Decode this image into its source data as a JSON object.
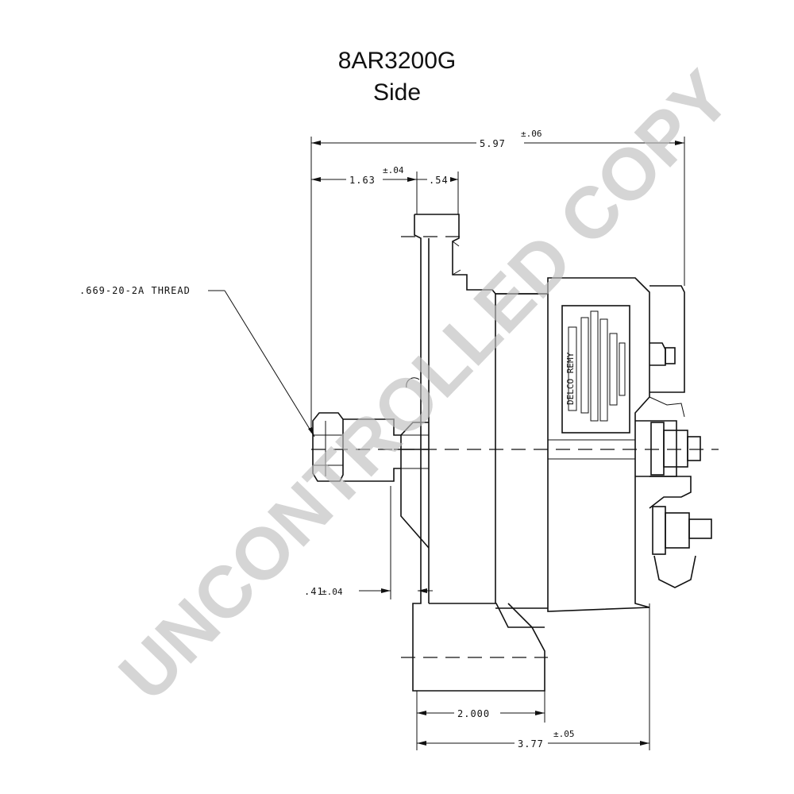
{
  "title": "8AR3200G",
  "subtitle": "Side",
  "dimensions": {
    "overall_length": "5.97",
    "overall_length_tol": "±.06",
    "front_to_flange": "1.63",
    "front_to_flange_tol": "±.04",
    "flange_width": ".54",
    "shaft_step": ".41",
    "shaft_step_tol": "±.04",
    "mount_spacing": "2.000",
    "body_length": "3.77",
    "body_length_tol": "±.05"
  },
  "callouts": {
    "thread": ".669-20-2A THREAD"
  },
  "nameplate_text": "DELCO REMY",
  "watermark": "UNCONTROLLED COPY",
  "colors": {
    "line": "#111111",
    "watermark": "#bfbfbf"
  }
}
